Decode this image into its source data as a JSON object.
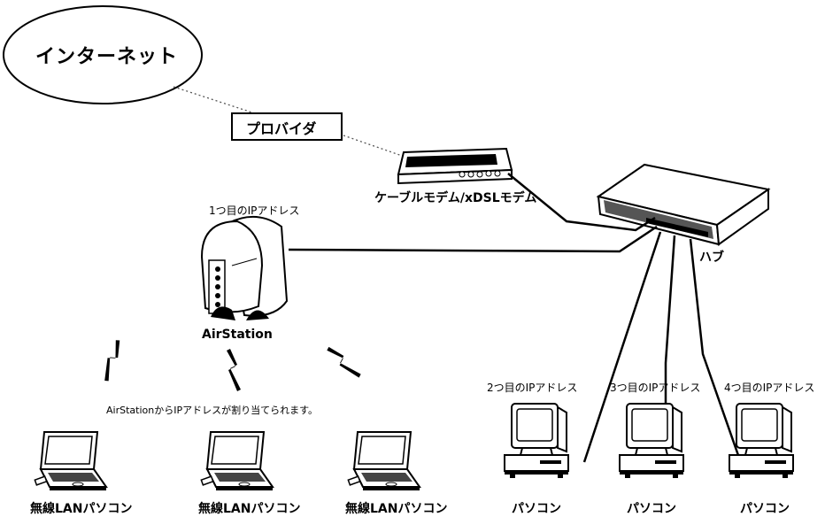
{
  "internet": {
    "label": "インターネット"
  },
  "provider": {
    "label": "プロバイダ"
  },
  "modem": {
    "label": "ケーブルモデム/xDSLモデム"
  },
  "hub": {
    "label": "ハブ"
  },
  "airstation": {
    "ip_label": "1つ目のIPアドレス",
    "name": "AirStation",
    "note": "AirStationからIPアドレスが割り当てられます。"
  },
  "wireless_pcs": [
    {
      "label": "無線LANパソコン"
    },
    {
      "label": "無線LANパソコン"
    },
    {
      "label": "無線LANパソコン"
    }
  ],
  "wired_pcs": [
    {
      "ip_label": "2つ目のIPアドレス",
      "label": "パソコン"
    },
    {
      "ip_label": "3つ目のIPアドレス",
      "label": "パソコン"
    },
    {
      "ip_label": "4つ目のIPアドレス",
      "label": "パソコン"
    }
  ]
}
